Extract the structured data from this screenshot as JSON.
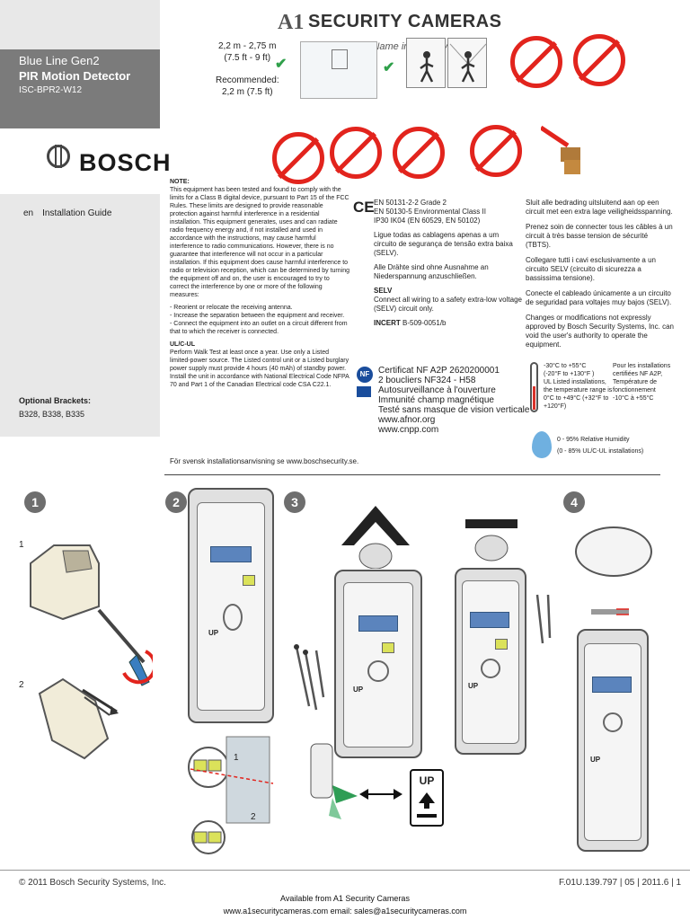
{
  "sidebar": {
    "product_line": "Blue Line Gen2",
    "product_name": "PIR Motion Detector",
    "model": "ISC-BPR2-W12",
    "brand": "BOSCH",
    "lang_code": "en",
    "guide_label": "Installation Guide",
    "brackets_heading": "Optional Brackets:",
    "brackets_list": "B328, B338, B335"
  },
  "header": {
    "watermark_a1": "A1",
    "watermark_name": "SECURITY CAMERAS",
    "watermark_tagline": "The First Name in Security",
    "mount_range_line1": "2,2 m - 2,75 m",
    "mount_range_line2": "(7.5 ft - 9 ft)",
    "recommended_line1": "Recommended:",
    "recommended_line2": "2,2 m (7.5 ft)"
  },
  "note": {
    "heading": "NOTE:",
    "body": "This equipment has been tested and found to comply with the limits for a Class B digital device, pursuant to Part 15 of the FCC Rules. These limits are designed to provide reasonable protection against harmful interference in a residential installation. This equipment generates, uses and can radiate radio frequency energy and, if not installed and used in accordance with the instructions, may cause harmful interference to radio communications. However, there is no guarantee that interference will not occur in a particular installation. If this equipment does cause harmful interference to radio or television reception, which can be determined by turning the equipment off and on, the user is encouraged to try to correct the interference by one or more of the following measures:",
    "measure1": "- Reorient or relocate the receiving antenna.",
    "measure2": "- Increase the separation between the equipment and receiver.",
    "measure3": "- Connect the equipment into an outlet on a circuit different from that to which the receiver is connected.",
    "ul_heading": "UL/C-UL",
    "ul_body": "Perform Walk Test at least once a year. Use only a Listed limited-power source. The Listed control unit or a Listed burglary power supply must provide 4 hours (40 mAh) of standby power. Install the unit in accordance with National Electrical Code NFPA 70 and Part 1 of the Canadian Electrical code CSA C22.1.",
    "svensk": "För svensk installationsanvisning se www.boschsecurity.se."
  },
  "compliance": {
    "ce_mark": "CE",
    "en_line1": "EN 50131-2-2 Grade 2",
    "en_line2": "EN 50130-5 Environmental Class II",
    "en_line3": "IP30 IK04 (EN 60529, EN 50102)",
    "pt": "Ligue todas as cablagens apenas a um circuito de segurança de tensão extra baixa (SELV).",
    "de": "Alle Drähte sind ohne Ausnahme an Niederspannung anzuschließen.",
    "selv_heading": "SELV",
    "selv_body": "Connect all wiring to a safety extra-low voltage (SELV) circuit only.",
    "incert_label": "INCERT",
    "incert_value": "B-509-0051/b",
    "nf_logo": "NF",
    "cert_line1": "Certificat NF A2P 2620200001",
    "cert_line2": "2 boucliers NF324 - H58",
    "cert_line3": "Autosurveillance à l'ouverture",
    "cert_line4": "Immunité champ magnétique",
    "cert_line5": "Testé sans masque de vision verticale",
    "cert_line6": "www.afnor.org",
    "cert_line7": "www.cnpp.com"
  },
  "multilang": {
    "nl": "Sluit alle bedrading uitsluitend aan op een circuit met een extra lage veiligheidsspanning.",
    "fr": "Prenez soin de connecter tous les câbles à un circuit à très basse tension de sécurité (TBTS).",
    "it": "Collegare tutti i cavi esclusivamente a un circuito SELV (circuito di sicurezza a bassissima tensione).",
    "es": "Conecte el cableado únicamente a un circuito de seguridad para voltajes muy bajos (SELV).",
    "changes": "Changes or modifications not expressly approved by Bosch Security Systems, Inc. can void the user's authority to operate the equipment.",
    "temp_left_1": "-30°C to +55°C",
    "temp_left_2": "(-20°F to +130°F )",
    "temp_left_3": "UL Listed installations, the temperature range is 0°C to +49°C (+32°F to +120°F)",
    "temp_right_1": "Pour les installations certifiées NF A2P, Température de fonctionnement",
    "temp_right_2": "-10°C à +55°C",
    "humid_1": "0 - 95% Relative Humidity",
    "humid_2": "(0 - 85% UL/C-UL installations)"
  },
  "steps": {
    "s1": "1",
    "s2": "2",
    "s3": "3",
    "s4": "4",
    "sub1": "1",
    "sub2": "2",
    "s2_sub1": "1",
    "s2_sub2": "2",
    "up_label": "UP"
  },
  "footer": {
    "copyright": "© 2011 Bosch Security Systems, Inc.",
    "docref": "F.01U.139.797 | 05 | 2011.6 | 1",
    "available": "Available from A1 Security Cameras",
    "contact": "www.a1securitycameras.com email: sales@a1securitycameras.com"
  },
  "colors": {
    "prohibit_red": "#e2241d",
    "check_green": "#2fa04a",
    "sidebar_dark": "#7b7b7b",
    "terminal_blue": "#5b84bd"
  }
}
